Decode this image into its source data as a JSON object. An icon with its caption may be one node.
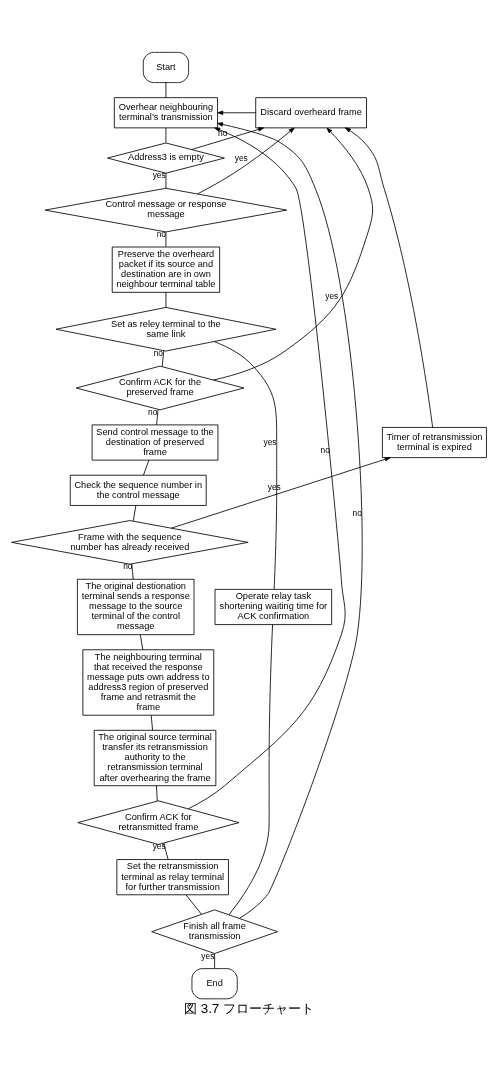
{
  "diagram": {
    "caption": "図 3.7 フローチャート",
    "nodes": [
      {
        "text": [
          "Start"
        ]
      },
      {
        "text": [
          "Discard overheard frame"
        ]
      },
      {
        "text": [
          "Overhear neighbouring terminal’s transmission"
        ]
      },
      {
        "text": [
          "Address3 is empty"
        ]
      },
      {
        "text": [
          "Control message or response message"
        ]
      },
      {
        "text": [
          "Preserve the overheard packet if its source and destination are in own neighbour terminal table"
        ]
      },
      {
        "text": [
          "Set as reley terminal to the same link"
        ]
      },
      {
        "text": [
          "Confirm ACK for the preserved frame"
        ]
      },
      {
        "text": [
          "Timer of retransmission terminal is expired"
        ]
      },
      {
        "text": [
          "Send control message to the destination of preserved frame"
        ]
      },
      {
        "text": [
          "Check the sequence number in the control message"
        ]
      },
      {
        "text": [
          "Frame with the sequence number has already received"
        ]
      },
      {
        "text": [
          "Operate relay task shortening waiting time for ACK confirmation"
        ]
      },
      {
        "text": [
          "The original destionation terminal sends a response message to the source terminal of the control message"
        ]
      },
      {
        "text": [
          "The neighbouring terminal that received the response message puts own address to address3 region of preserved frame and retrasmit the frame"
        ]
      },
      {
        "text": [
          "The original source terminal transfer its retransmission authority to the retransmission terminal after overhearing the frame"
        ]
      },
      {
        "text": [
          "Confirm ACK for retransmitted frame"
        ]
      },
      {
        "text": [
          "Set the retransmission terminal as relay terminal for further transmission"
        ]
      },
      {
        "text": [
          "Finish all frame transmission"
        ]
      },
      {
        "text": [
          "End"
        ]
      }
    ],
    "edges": [
      {
        "from": 0,
        "to": 2,
        "arrow": "none"
      },
      {
        "from": 1,
        "to": 2,
        "arrow": "to"
      },
      {
        "from": 2,
        "to": 3,
        "arrow": "none"
      },
      {
        "from": 3,
        "to": 1,
        "arrow": "to",
        "label": "no"
      },
      {
        "from": 3,
        "to": 4,
        "arrow": "none",
        "label": "yes"
      },
      {
        "from": 4,
        "to": 1,
        "arrow": "to",
        "label": "yes"
      },
      {
        "from": 4,
        "to": 5,
        "arrow": "none",
        "label": "no"
      },
      {
        "from": 5,
        "to": 6,
        "arrow": "none"
      },
      {
        "from": 6,
        "to": 12,
        "arrow": "none",
        "label": "yes"
      },
      {
        "from": 6,
        "to": 7,
        "arrow": "none",
        "label": "no"
      },
      {
        "from": 7,
        "to": 1,
        "arrow": "to",
        "label": "yes"
      },
      {
        "from": 7,
        "to": 9,
        "arrow": "none",
        "label": "no"
      },
      {
        "from": 8,
        "to": 1,
        "arrow": "to"
      },
      {
        "from": 9,
        "to": 10,
        "arrow": "none"
      },
      {
        "from": 10,
        "to": 11,
        "arrow": "none"
      },
      {
        "from": 11,
        "to": 8,
        "arrow": "to",
        "label": "yes"
      },
      {
        "from": 11,
        "to": 13,
        "arrow": "none",
        "label": "no"
      },
      {
        "from": 13,
        "to": 14,
        "arrow": "none"
      },
      {
        "from": 14,
        "to": 15,
        "arrow": "none"
      },
      {
        "from": 15,
        "to": 16,
        "arrow": "none"
      },
      {
        "from": 16,
        "to": 2,
        "arrow": "to",
        "label": "no"
      },
      {
        "from": 16,
        "to": 17,
        "arrow": "none",
        "label": "yes"
      },
      {
        "from": 17,
        "to": 18,
        "arrow": "none"
      },
      {
        "from": 12,
        "to": 18,
        "arrow": "none"
      },
      {
        "from": 18,
        "to": 2,
        "arrow": "to",
        "label": "no"
      },
      {
        "from": 18,
        "to": 19,
        "arrow": "none",
        "label": "yes"
      }
    ]
  }
}
